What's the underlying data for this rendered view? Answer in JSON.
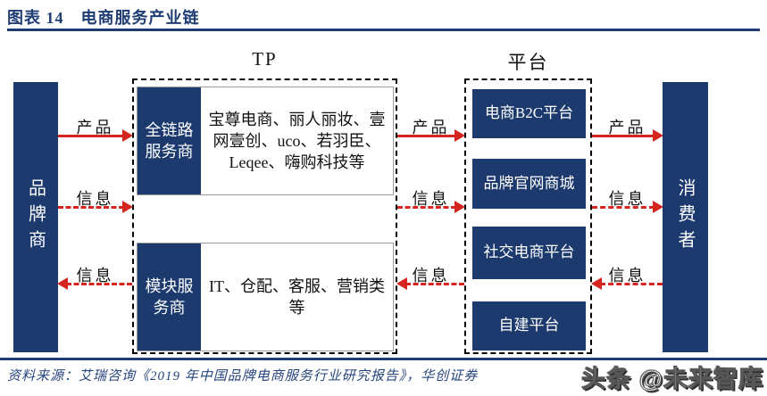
{
  "header": {
    "title": "图表 14　电商服务产业链"
  },
  "diagram": {
    "left_node": {
      "label": "品牌商"
    },
    "right_node": {
      "label": "消费者"
    },
    "tp_group": {
      "title": "TP",
      "rows": [
        {
          "label": "全链路服务商",
          "content": "宝尊电商、丽人丽妆、壹网壹创、uco、若羽臣、Leqee、嗨购科技等"
        },
        {
          "label": "模块服务商",
          "content": "IT、仓配、客服、营销类等"
        }
      ]
    },
    "platform_group": {
      "title": "平台",
      "items": [
        "电商B2C平台",
        "品牌官网商城",
        "社交电商平台",
        "自建平台"
      ]
    },
    "flows": [
      {
        "from": "品牌商",
        "to": "TP",
        "label": "产品",
        "style": "solid",
        "direction": "right"
      },
      {
        "from": "品牌商",
        "to": "TP",
        "label": "信息",
        "style": "dashed",
        "direction": "right"
      },
      {
        "from": "TP",
        "to": "品牌商",
        "label": "信息",
        "style": "dashed",
        "direction": "left"
      },
      {
        "from": "TP",
        "to": "平台",
        "label": "产品",
        "style": "solid",
        "direction": "right"
      },
      {
        "from": "TP",
        "to": "平台",
        "label": "信息",
        "style": "dashed",
        "direction": "right"
      },
      {
        "from": "平台",
        "to": "TP",
        "label": "信息",
        "style": "dashed",
        "direction": "left"
      },
      {
        "from": "平台",
        "to": "消费者",
        "label": "产品",
        "style": "solid",
        "direction": "right"
      },
      {
        "from": "平台",
        "to": "消费者",
        "label": "信息",
        "style": "dashed",
        "direction": "right"
      },
      {
        "from": "消费者",
        "to": "平台",
        "label": "信息",
        "style": "dashed",
        "direction": "left"
      }
    ]
  },
  "footer": {
    "source": "资料来源：艾瑞咨询《2019 年中国品牌电商服务行业研究报告》，华创证券",
    "watermark": "头条 @未来智库"
  },
  "colors": {
    "navy": "#1c3a6e",
    "title-navy": "#1f3d74",
    "red": "#d5251f",
    "text": "#111111",
    "box-border": "#9a9a9a"
  }
}
